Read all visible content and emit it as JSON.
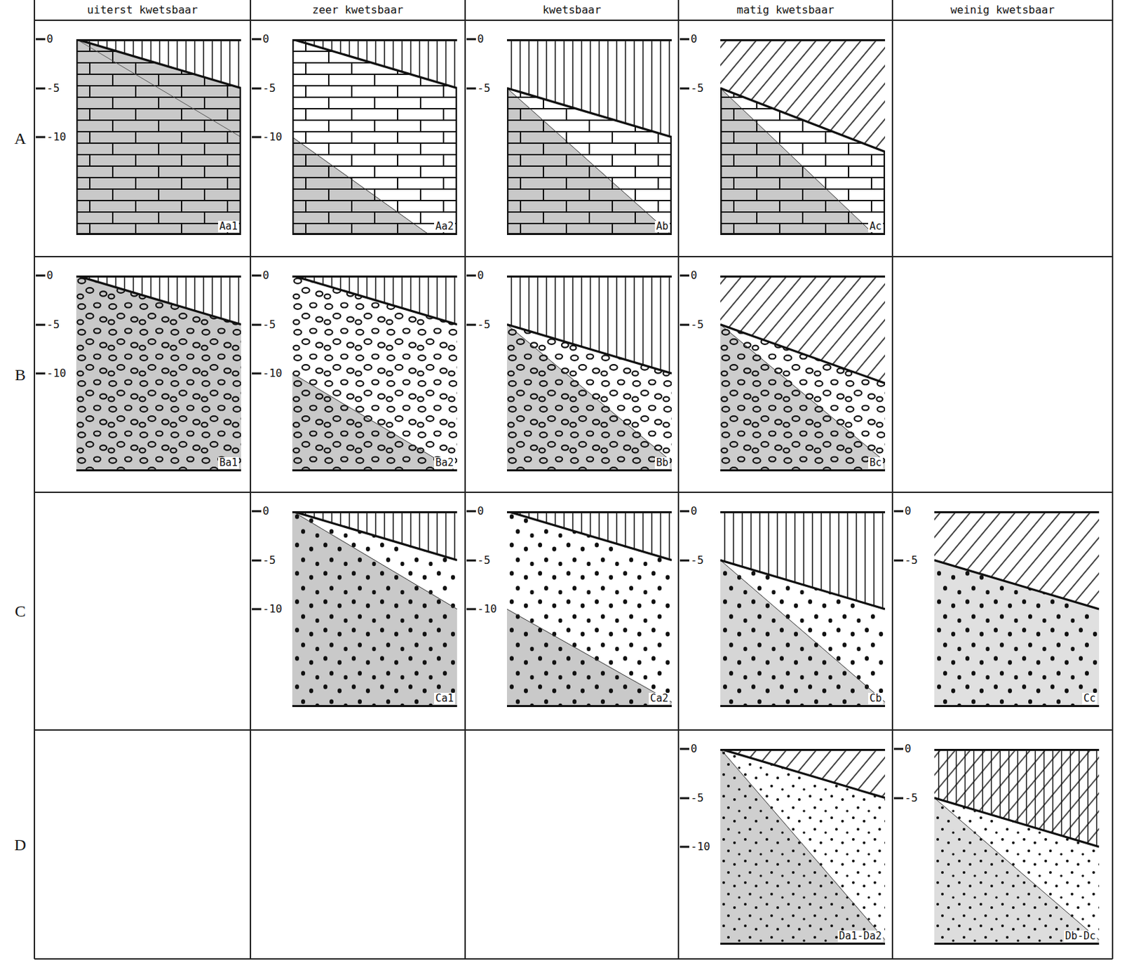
{
  "diagram": {
    "labels": [
      "uiterst kwetsbaar",
      "zeer kwetsbaar",
      "kwetsbaar",
      "matig kwetsbaar",
      "weinig kwetsbaar",
      "A",
      "0",
      "-5",
      "-10",
      "Aa1",
      "0",
      "-5",
      "-10",
      "Aa2",
      "0",
      "-5",
      "Ab",
      "0",
      "-5",
      "Ac",
      "B",
      "0",
      "-5",
      "-10",
      "Ba1",
      "0",
      "-5",
      "-10",
      "Ba2",
      "0",
      "-5",
      "Bb",
      "0",
      "-5",
      "Bc",
      "C",
      "0",
      "-5",
      "-10",
      "Ca1",
      "0",
      "-5",
      "-10",
      "Ca2",
      "0",
      "-5",
      "Cb",
      "0",
      "-5",
      "Cc",
      "D",
      "0",
      "-5",
      "-10",
      "Da1-Da2",
      "0",
      "-5",
      "Db-Dc"
    ]
  }
}
